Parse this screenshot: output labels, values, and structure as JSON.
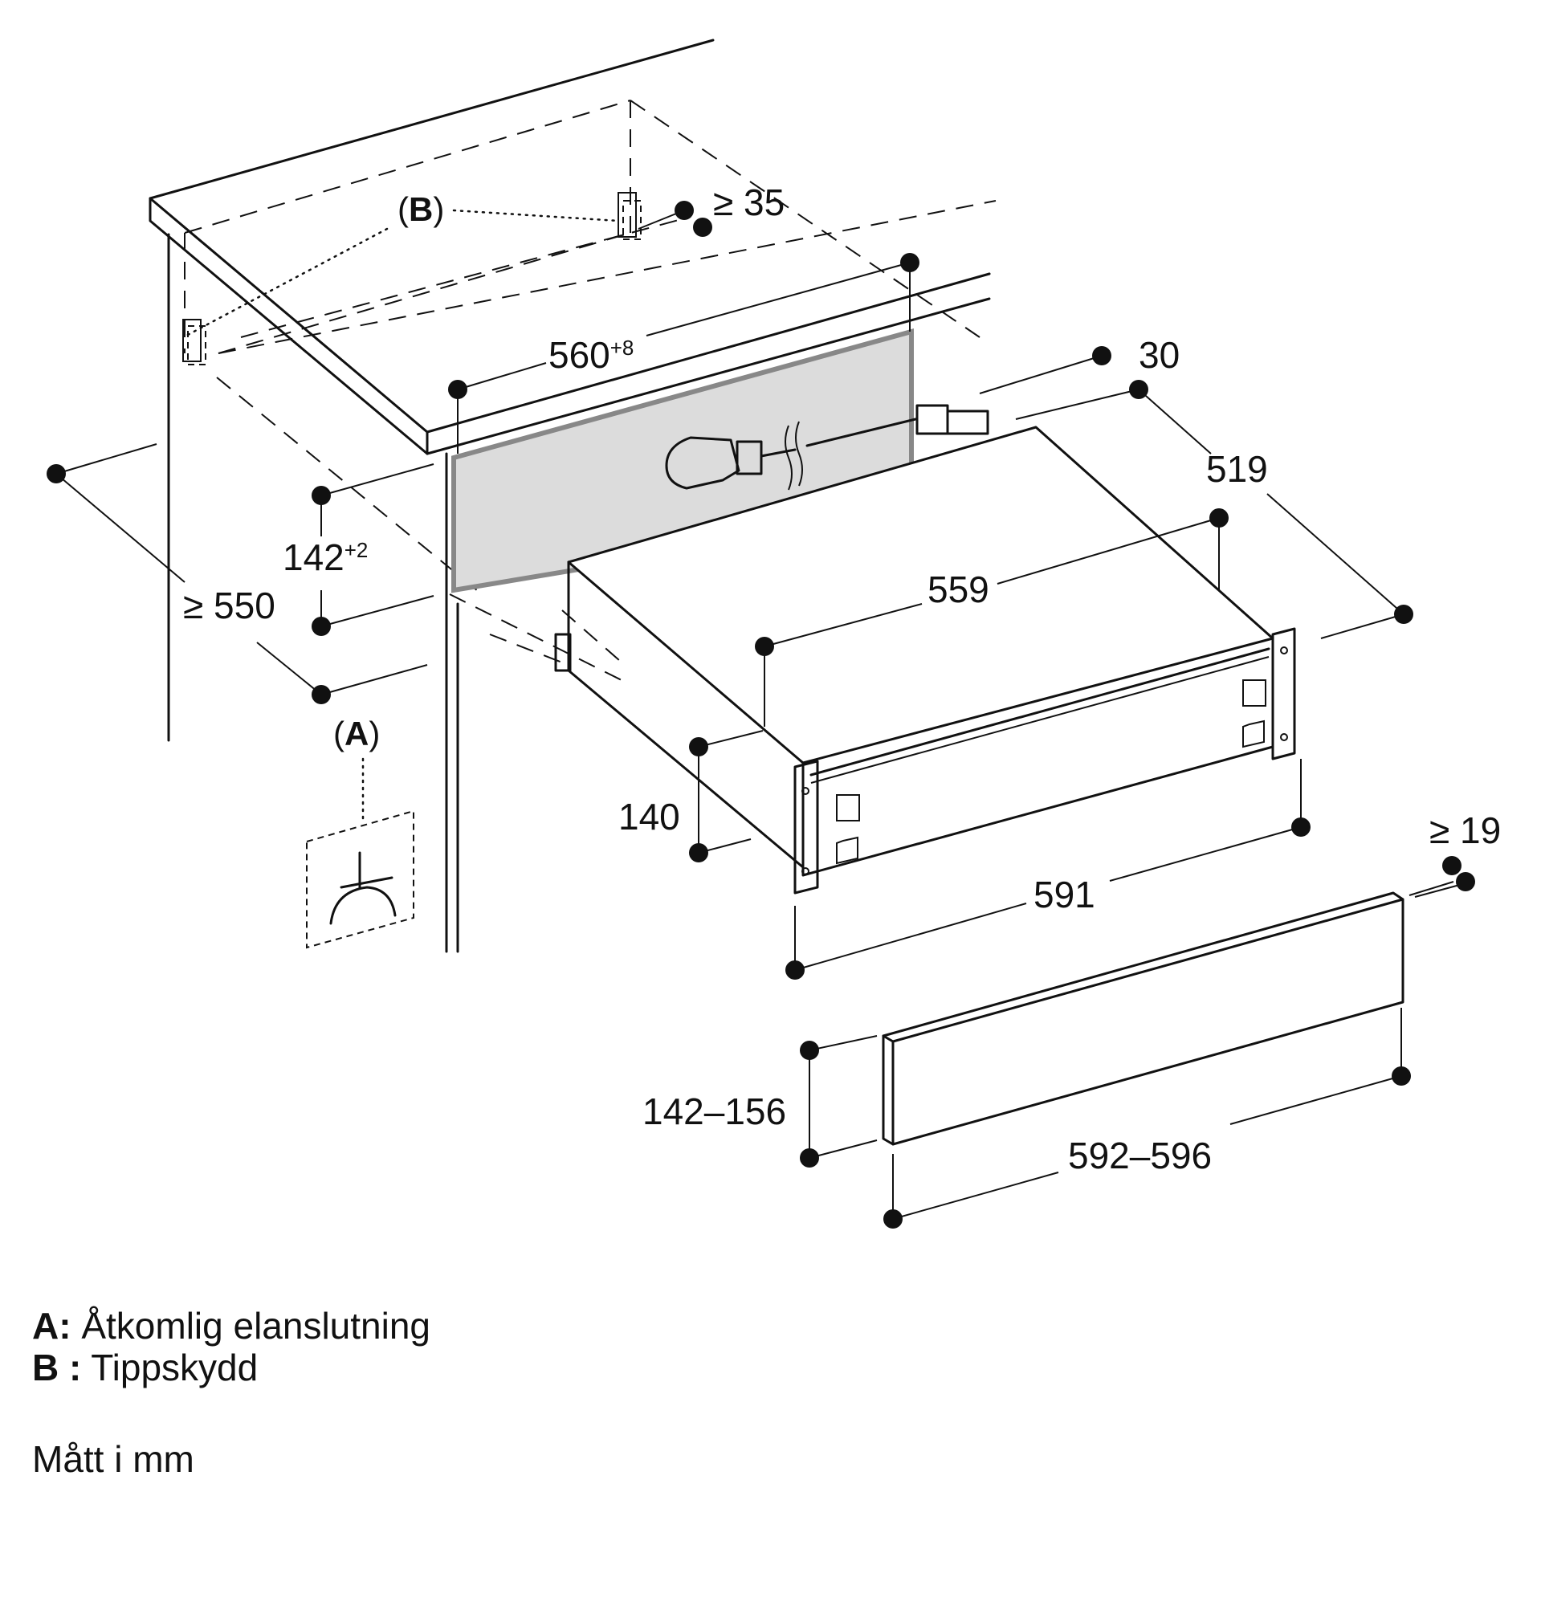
{
  "dimensions": {
    "min_35": "≥ 35",
    "d560": "560",
    "d560_tol": "+8",
    "d30": "30",
    "d519": "519",
    "d142": "142",
    "d142_tol": "+2",
    "min_550": "≥ 550",
    "d559": "559",
    "d140": "140",
    "d591": "591",
    "min_19": "≥ 19",
    "d142_156": "142–156",
    "d592_596": "592–596"
  },
  "callouts": {
    "a": "A",
    "b": "B"
  },
  "legend": {
    "a_key": "A:",
    "a_text": "Åtkomlig elanslutning",
    "b_key": "B :",
    "b_text": "Tippskydd"
  },
  "units_note": "Mått i mm"
}
